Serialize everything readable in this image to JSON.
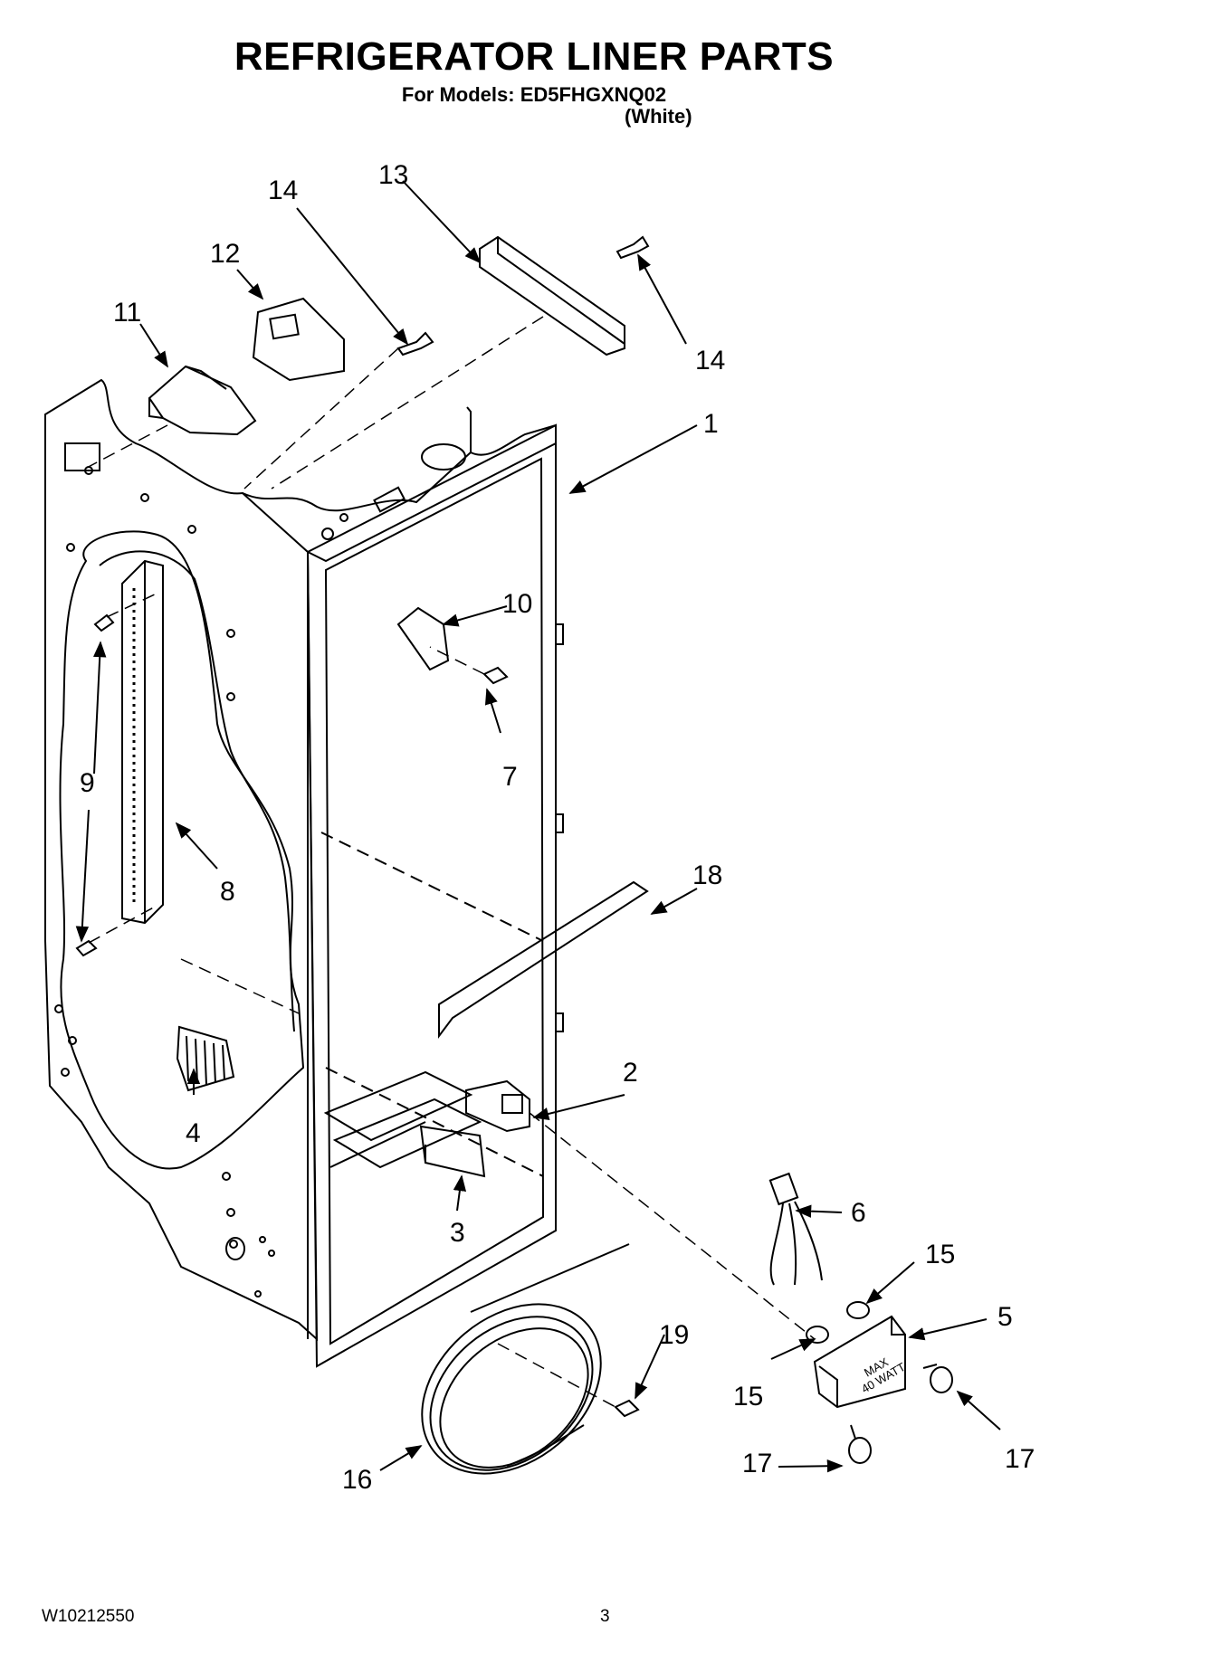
{
  "header": {
    "title": "REFRIGERATOR LINER PARTS",
    "models_line": "For Models: ED5FHGXNQ02",
    "color_line": "(White)"
  },
  "callouts": {
    "c1": "1",
    "c2": "2",
    "c3": "3",
    "c4": "4",
    "c5": "5",
    "c6": "6",
    "c7": "7",
    "c8": "8",
    "c9": "9",
    "c10": "10",
    "c11": "11",
    "c12": "12",
    "c13": "13",
    "c14a": "14",
    "c14b": "14",
    "c15a": "15",
    "c15b": "15",
    "c16": "16",
    "c17a": "17",
    "c17b": "17",
    "c18": "18",
    "c19": "19"
  },
  "part_text": {
    "lamp_rating_1": "MAX",
    "lamp_rating_2": "40 WATT"
  },
  "footer": {
    "doc_number": "W10212550",
    "page_number": "3"
  }
}
